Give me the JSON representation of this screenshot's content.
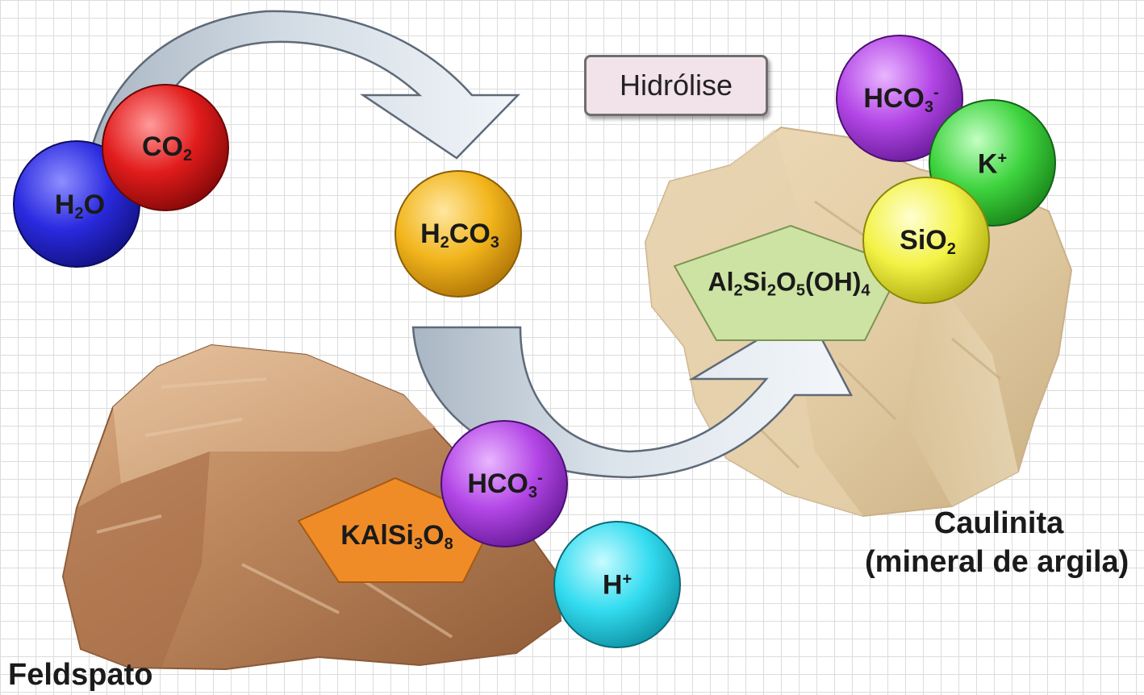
{
  "process_label": "Hidrólise",
  "minerals": {
    "feldspar": {
      "name": "Feldspato",
      "formula": {
        "base": "KAlSi",
        "n1": "3",
        "mid": "O",
        "n2": "8"
      }
    },
    "kaolinite": {
      "name": "Caulinita",
      "description": "(mineral de argila)",
      "formula": {
        "p1": "Al",
        "s1": "2",
        "p2": "Si",
        "s2": "2",
        "p3": "O",
        "s3": "5",
        "p4": "(OH)",
        "s4": "4"
      }
    }
  },
  "molecules": {
    "h2o": {
      "a": "H",
      "sub": "2",
      "b": "O"
    },
    "co2": {
      "a": "CO",
      "sub": "2"
    },
    "h2co3": {
      "a": "H",
      "sub1": "2",
      "b": "CO",
      "sub2": "3"
    },
    "hco3_left": {
      "a": "HCO",
      "sub": "3",
      "sup": "-"
    },
    "h_plus": {
      "a": "H",
      "sup": "+"
    },
    "hco3_right": {
      "a": "HCO",
      "sub": "3",
      "sup": "-"
    },
    "k_plus": {
      "a": "K",
      "sup": "+"
    },
    "sio2": {
      "a": "SiO",
      "sub": "2"
    }
  },
  "colors": {
    "h2o": "#2a2ae0",
    "co2": "#e21c1c",
    "h2co3": "#f2b51c",
    "hco3": "#b346e6",
    "h_plus": "#34dcf0",
    "k_plus": "#3fd43f",
    "sio2": "#f3f246",
    "feldspar_formula": "#f08c28",
    "kaolinite_formula": "#cde3a3"
  }
}
